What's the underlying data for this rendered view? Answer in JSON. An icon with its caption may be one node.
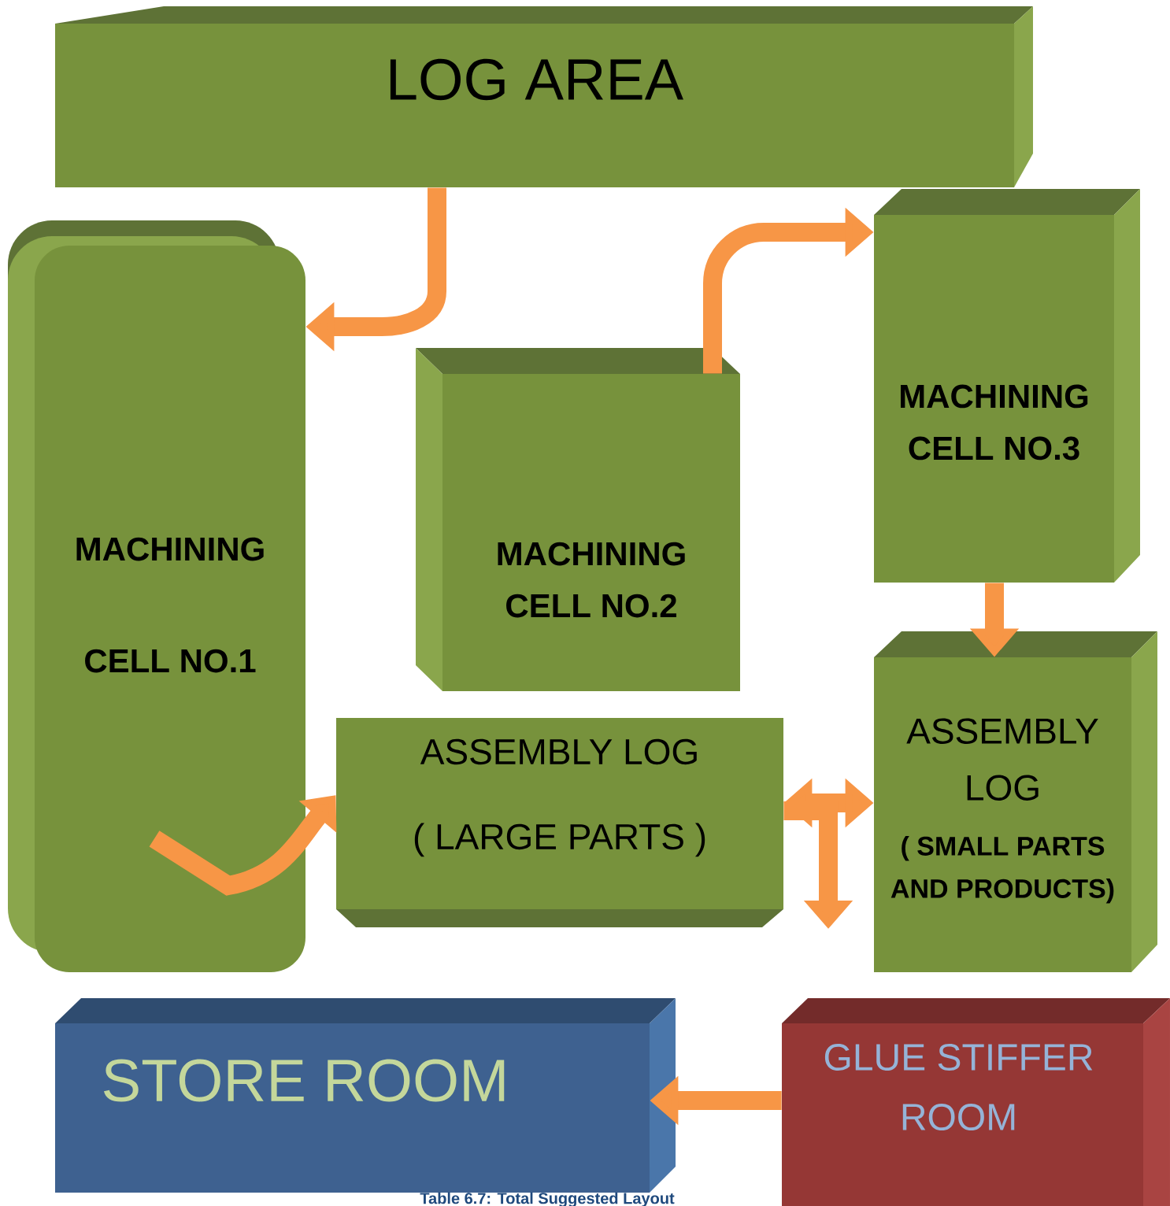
{
  "diagram": {
    "caption": "Table 6.7: Total Suggested Layout",
    "nodes": [
      {
        "text": [
          "LOG AREA"
        ]
      },
      {
        "text": [
          "MACHINING",
          "CELL NO.1"
        ]
      },
      {
        "text": [
          "MACHINING CELL NO.2"
        ]
      },
      {
        "text": [
          "MACHINING CELL NO.3"
        ]
      },
      {
        "text": [
          "ASSEMBLY LOG",
          "( LARGE PARTS )"
        ]
      },
      {
        "text": [
          "ASSEMBLY LOG",
          "( SMALL PARTS AND PRODUCTS)"
        ]
      },
      {
        "text": [
          "STORE ROOM"
        ]
      },
      {
        "text": [
          "GLUE STIFFER ROOM"
        ]
      }
    ],
    "edges": [
      {
        "from": 0,
        "to": 1,
        "arrow": "to"
      },
      {
        "from": 2,
        "to": 3,
        "arrow": "to"
      },
      {
        "from": 3,
        "to": 5,
        "arrow": "to"
      },
      {
        "from": 1,
        "to": 4,
        "arrow": "to"
      },
      {
        "from": 4,
        "to": 5,
        "arrow": "both"
      },
      {
        "from": 4,
        "to": null,
        "arrow": "to"
      },
      {
        "from": 7,
        "to": 6,
        "arrow": "to"
      }
    ]
  }
}
